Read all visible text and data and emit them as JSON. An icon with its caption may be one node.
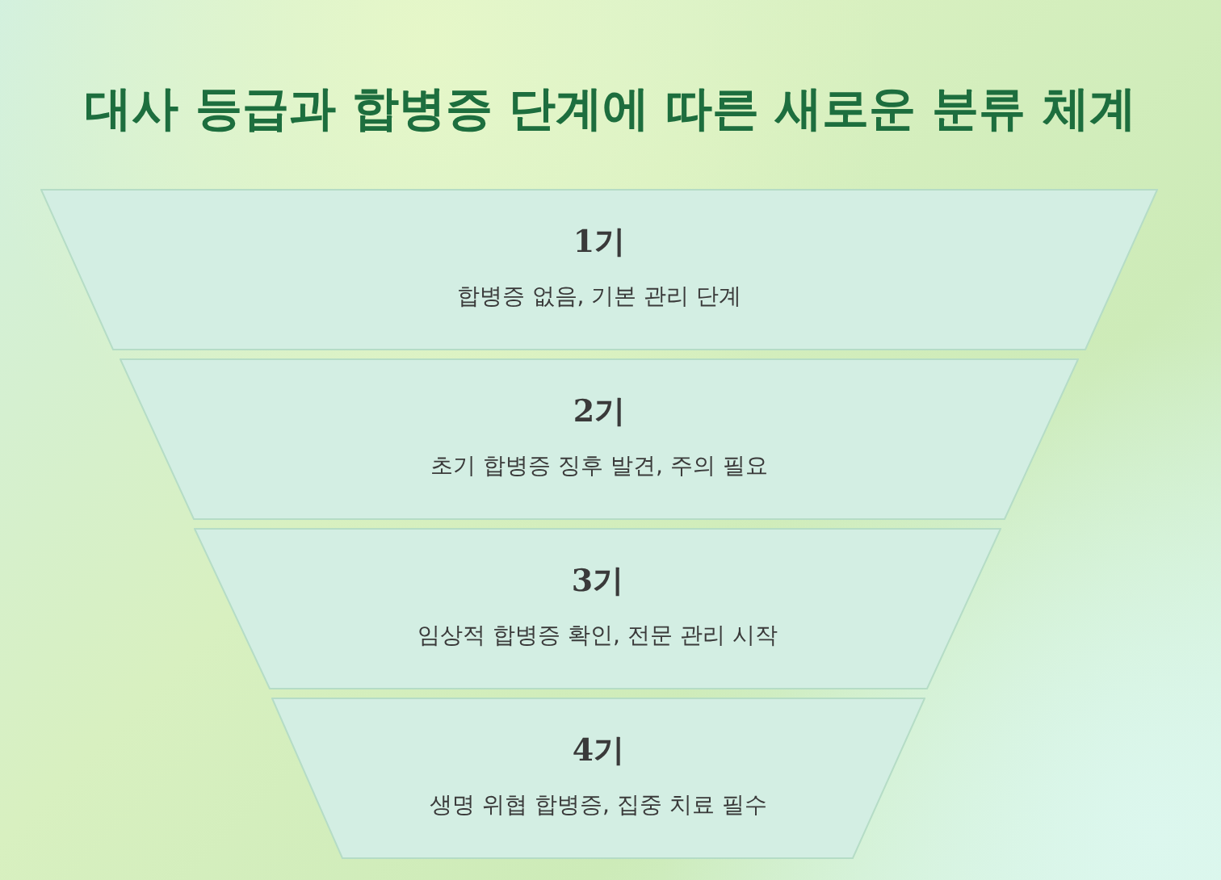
{
  "diagram": {
    "title": "대사 등급과 합병증 단계에 따른 새로운 분류 체계",
    "nodes": [
      {
        "text": [
          "1기",
          "합병증 없음, 기본 관리 단계"
        ]
      },
      {
        "text": [
          "2기",
          "초기 합병증 징후 발견, 주의 필요"
        ]
      },
      {
        "text": [
          "3기",
          "임상적 합병증 확인, 전문 관리 시작"
        ]
      },
      {
        "text": [
          "4기",
          "생명 위협 합병증, 집중 치료 필수"
        ]
      }
    ]
  }
}
